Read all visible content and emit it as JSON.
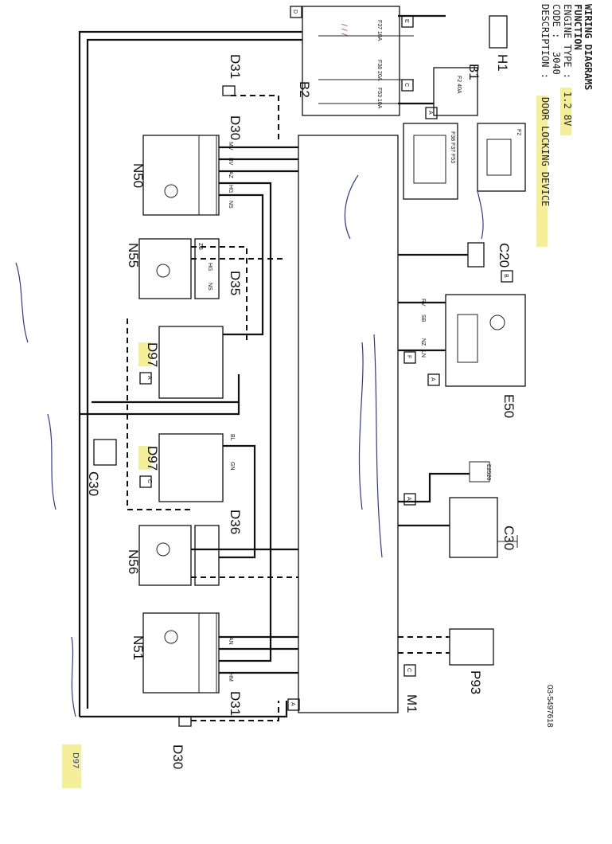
{
  "header": {
    "title": "WIRING DIAGRAMS",
    "function": "FUNCTION",
    "engine_type_label": "ENGINE TYPE :",
    "engine_type": "1.2 8V",
    "code_label": "CODE :",
    "code": "3040",
    "description_label": "DESCRIPTION :",
    "description": "DOOR LOCKING DEVICE"
  },
  "components": {
    "h1": "H1",
    "b1": "B1",
    "b2": "B2",
    "c20": "C20",
    "e50": "E50",
    "c30_relay": "C30",
    "p93": "P93",
    "m1": "M1",
    "d30_top": "D30",
    "d31_top": "D31",
    "n50": "N50",
    "n55": "N55",
    "d35": "D35",
    "d97_a": "D97",
    "d97_a_sub": "A",
    "d97_c": "D97",
    "d97_c_sub": "C",
    "c30_left": "C30",
    "d36": "D36",
    "n56": "N56",
    "n51": "N51",
    "d31_bottom": "D31",
    "d30_bottom": "D30",
    "e2520": "E2520"
  },
  "fuses": {
    "f37": "F37 10A",
    "f38": "F38 20A",
    "f53": "F53 10A",
    "f2": "F2 40A",
    "inset_labels": "F38 F37 F53",
    "inset_f2": "F2"
  },
  "connector_tags": [
    "D",
    "E",
    "C",
    "A",
    "B",
    "F",
    "A",
    "A",
    "C",
    "A"
  ],
  "wire_codes": [
    "MV",
    "BV",
    "AZ",
    "HG",
    "NS",
    "ZB",
    "HG",
    "NS",
    "BL",
    "GN",
    "AN",
    "HM",
    "RV",
    "SB",
    "NZ",
    "LN"
  ],
  "stamp": {
    "phone": "03-5497618"
  },
  "annotation": {
    "note_d97": "D97"
  }
}
